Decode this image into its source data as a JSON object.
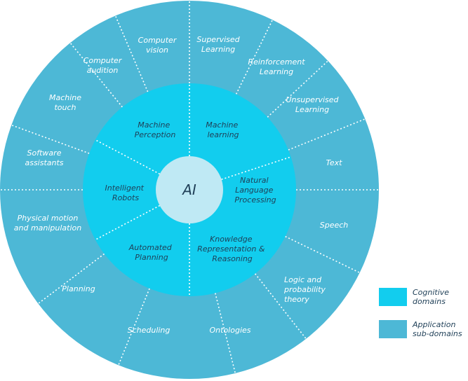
{
  "colors": {
    "outer": "#4db8d6",
    "inner": "#12cdee",
    "center": "#bfe9f4",
    "divider": "#ffffff",
    "text_dark": "#1f3f57"
  },
  "center": {
    "label": "AI"
  },
  "cognitive_domains": [
    "Machine Perception",
    "Machine learning",
    "Natural Language Processing",
    "Knowledge Representation & Reasoning",
    "Automated Planning",
    "Intelligent Robots"
  ],
  "application_subdomains": [
    "Computer vision",
    "Supervised Learning",
    "Reinforcement Learning",
    "Unsupervised Learning",
    "Text",
    "Speech",
    "Logic and probability theory",
    "Ontologies",
    "Scheduling",
    "Planning",
    "Physical motion and manipulation",
    "Software assistants",
    "Machine touch",
    "Computer audition"
  ],
  "legend": {
    "cognitive": "Cognitive\ndomains",
    "application": "Application\nsub-domains"
  }
}
